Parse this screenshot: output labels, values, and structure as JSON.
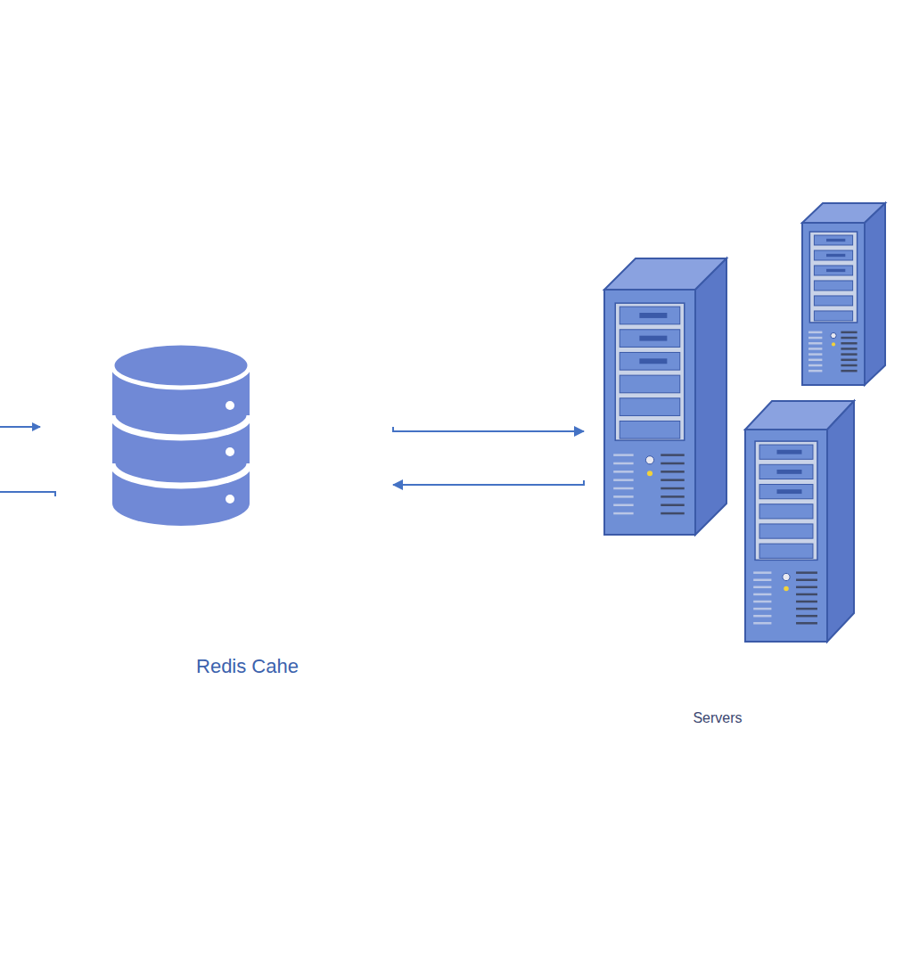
{
  "diagram": {
    "nodes": [
      {
        "text": [
          "Redis Cahe"
        ]
      },
      {
        "text": [
          "Servers"
        ]
      }
    ],
    "edges": [
      {
        "from": 0,
        "to": 1,
        "arrow": "to"
      },
      {
        "from": 1,
        "to": 0,
        "arrow": "to"
      }
    ]
  }
}
